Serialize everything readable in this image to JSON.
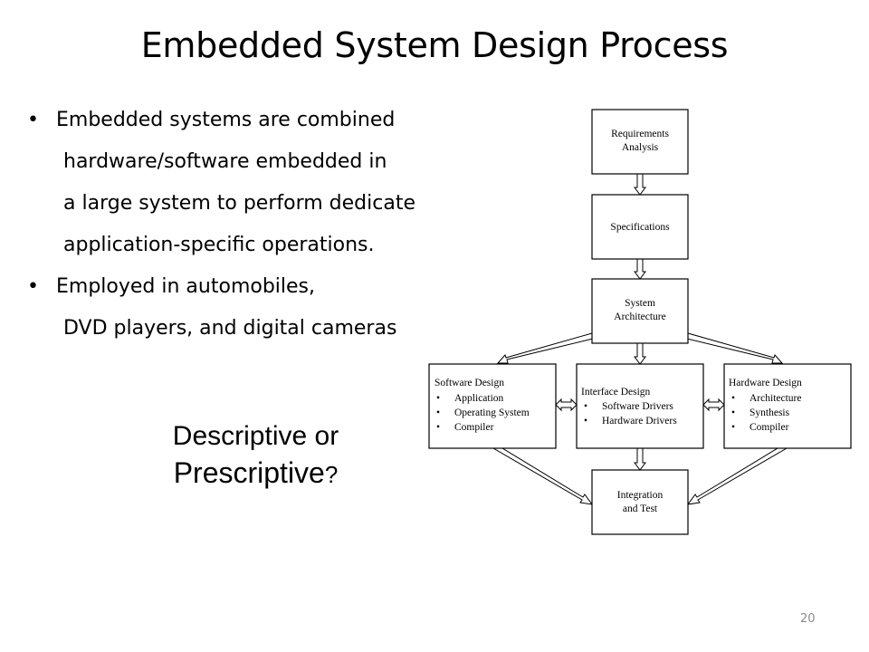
{
  "slide": {
    "title": "Embedded System Design Process",
    "page_number": "20"
  },
  "bullets": [
    {
      "lines": [
        "Embedded systems are combined",
        "hardware/software embedded in",
        "a large system to perform dedicate",
        "application-specific operations."
      ]
    },
    {
      "lines": [
        "Employed in automobiles,",
        "DVD players, and digital cameras"
      ]
    }
  ],
  "question": {
    "line1": "Descriptive or",
    "line2": "Prescriptive",
    "mark": "?"
  },
  "diagram": {
    "requirements": [
      "Requirements",
      "Analysis"
    ],
    "specifications": "Specifications",
    "architecture": [
      "System",
      "Architecture"
    ],
    "software": {
      "title": "Software Design",
      "items": [
        "Application",
        "Operating System",
        "Compiler"
      ]
    },
    "interface": {
      "title": "Interface Design",
      "items": [
        "Software Drivers",
        "Hardware Drivers"
      ]
    },
    "hardware": {
      "title": "Hardware Design",
      "items": [
        "Architecture",
        "Synthesis",
        "Compiler"
      ]
    },
    "integration": [
      "Integration",
      "and Test"
    ]
  }
}
